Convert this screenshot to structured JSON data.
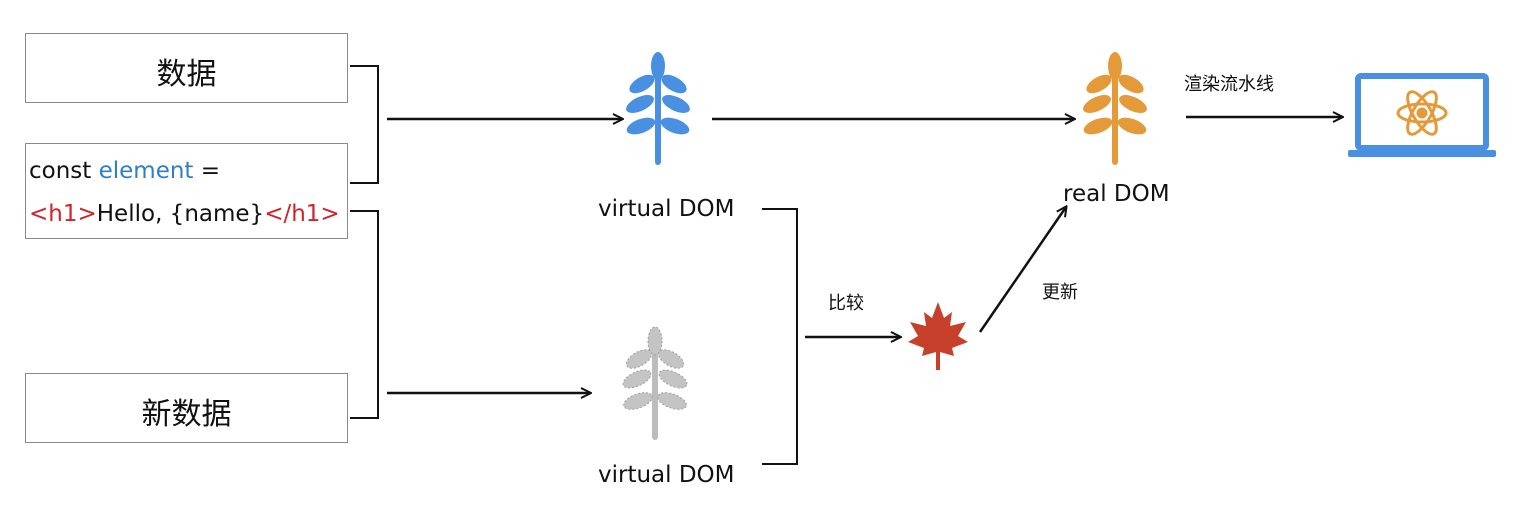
{
  "boxes": {
    "data_label": "数据",
    "code": {
      "kw": "const",
      "var": "element",
      "eq": "=",
      "open_tag": "<h1>",
      "text": "Hello, {name}",
      "close_tag": "</h1>"
    },
    "new_data_label": "新数据"
  },
  "nodes": {
    "virtual_dom_top": "virtual DOM",
    "virtual_dom_bottom": "virtual DOM",
    "real_dom": "real DOM"
  },
  "edges": {
    "compare": "比较",
    "update": "更新",
    "render_pipeline": "渲染流水线"
  },
  "colors": {
    "virtual_tree": "#4a90e2",
    "new_virtual_tree": "#bdbdbd",
    "real_tree": "#e59a3a",
    "diff_leaf": "#c7402b",
    "monitor": "#4a90e2",
    "code_variable": "#2f7fc8",
    "code_tag": "#d0242b"
  },
  "icons": {
    "virtual_tree": "plant-icon",
    "new_virtual_tree": "plant-icon",
    "real_tree": "plant-icon",
    "diff": "maple-leaf-icon",
    "screen": "laptop-atom-icon"
  }
}
